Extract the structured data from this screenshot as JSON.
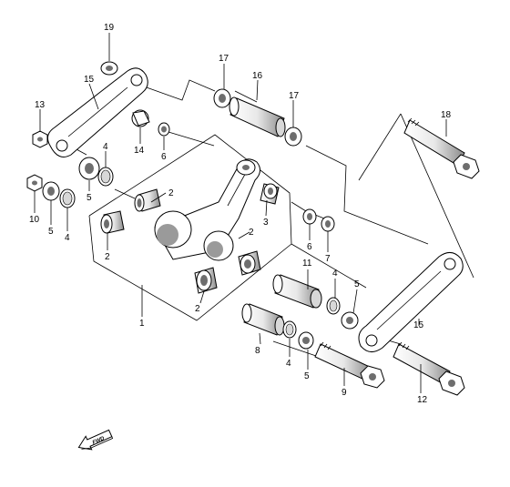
{
  "diagram": {
    "callouts": {
      "c19": "19",
      "c15a": "15",
      "c13": "13",
      "c17a": "17",
      "c16": "16",
      "c17b": "17",
      "c18": "18",
      "c14": "14",
      "c6a": "6",
      "c4a": "4",
      "c5a": "5",
      "c10": "10",
      "c5b": "5",
      "c4b": "4",
      "c2a": "2",
      "c2b": "2",
      "c3": "3",
      "c2c": "2",
      "c2d": "2",
      "c6b": "6",
      "c7": "7",
      "c11": "11",
      "c4c": "4",
      "c5c": "5",
      "c1": "1",
      "c15b": "15",
      "c8": "8",
      "c4d": "4",
      "c5d": "5",
      "c9": "9",
      "c12": "12"
    },
    "fwd_label": "FWD"
  }
}
